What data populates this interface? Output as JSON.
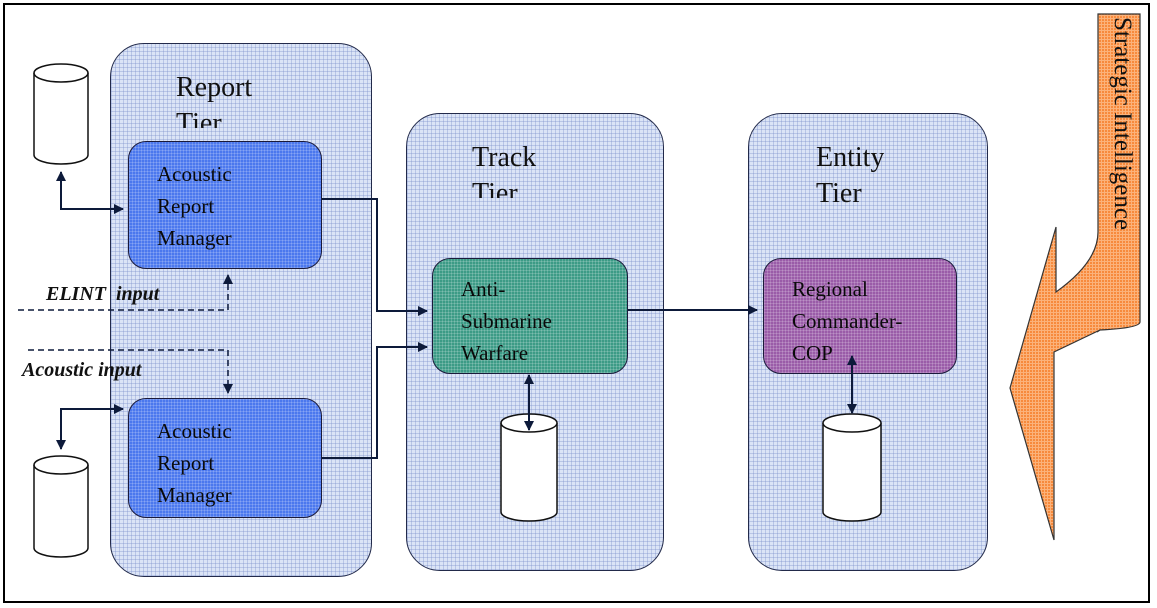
{
  "tiers": {
    "report": {
      "title": "Report\nTier"
    },
    "track": {
      "title": "Track\nTier"
    },
    "entity": {
      "title": "Entity\nTier"
    }
  },
  "components": {
    "acoustic_report_manager_top": "Acoustic\nReport\nManager",
    "acoustic_report_manager_bottom": "Acoustic\nReport\nManager",
    "anti_submarine_warfare": "Anti-\nSubmarine\nWarfare",
    "regional_commander_cop": "Regional\nCommander-\nCOP"
  },
  "inputs": {
    "elint": "ELINT  input",
    "acoustic": "Acoustic input"
  },
  "strategic_intelligence": "Strategic Intelligence",
  "colors": {
    "report_manager": "#4b78ee",
    "anti_submarine": "#3c9b86",
    "regional_commander": "#9a5ca8",
    "tier_background": "#dbe4f6",
    "strategic_arrow": "#f7883a"
  }
}
